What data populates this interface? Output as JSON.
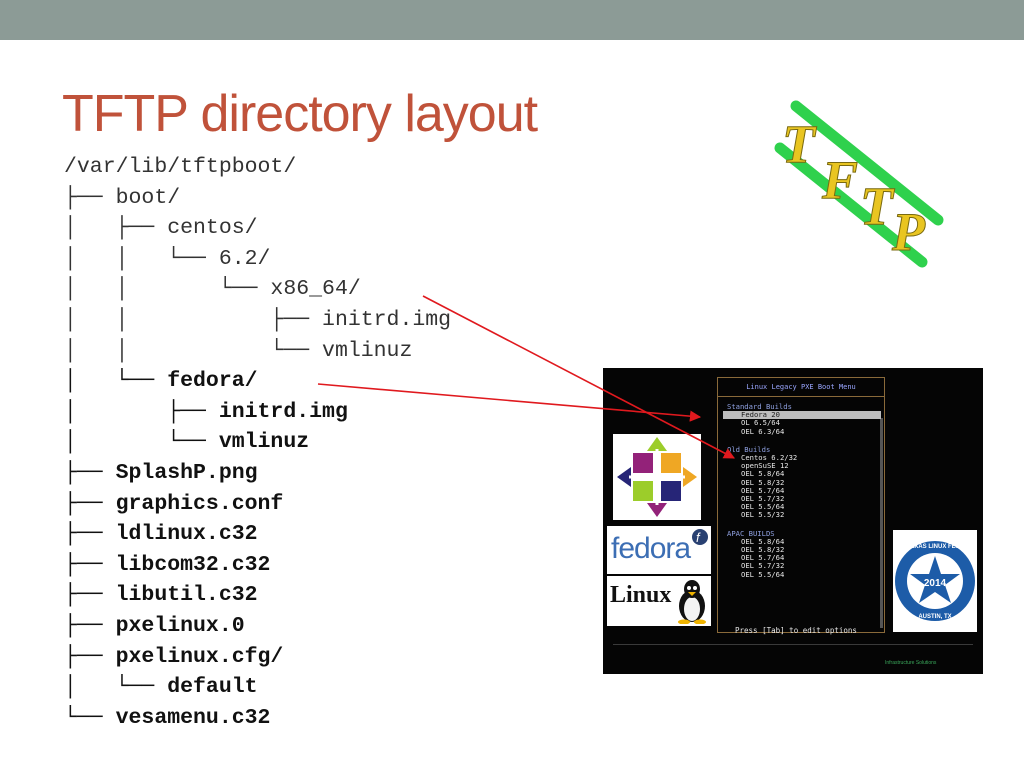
{
  "slide": {
    "title": "TFTP directory layout",
    "tree": [
      {
        "text": "/var/lib/tftpboot/",
        "bold": false
      },
      {
        "text": "├── boot/",
        "bold": false
      },
      {
        "text": "│   ├── centos/",
        "bold": false
      },
      {
        "text": "│   │   └── 6.2/",
        "bold": false
      },
      {
        "text": "│   │       └── x86_64/",
        "bold": false
      },
      {
        "text": "│   │           ├── initrd.img",
        "bold": false
      },
      {
        "text": "│   │           └── vmlinuz",
        "bold": false
      },
      {
        "text": "│   └── fedora/",
        "bold": true
      },
      {
        "text": "│       ├── initrd.img",
        "bold": true
      },
      {
        "text": "│       └── vmlinuz",
        "bold": true
      },
      {
        "text": "├── SplashP.png",
        "bold": true
      },
      {
        "text": "├── graphics.conf",
        "bold": true
      },
      {
        "text": "├── ldlinux.c32",
        "bold": true
      },
      {
        "text": "├── libcom32.c32",
        "bold": true
      },
      {
        "text": "├── libutil.c32",
        "bold": true
      },
      {
        "text": "├── pxelinux.0",
        "bold": true
      },
      {
        "text": "├── pxelinux.cfg/",
        "bold": true
      },
      {
        "text": "│   └── default",
        "bold": true
      },
      {
        "text": "└── vesamenu.c32",
        "bold": true
      }
    ],
    "logo": {
      "letters": [
        "T",
        "F",
        "T",
        "P"
      ]
    },
    "colors": {
      "topbar": "#8c9b96",
      "title": "#c0523a",
      "arrow": "#e0191e"
    }
  },
  "pxe": {
    "menu_title": "Linux Legacy PXE Boot Menu",
    "sections": [
      {
        "heading": "Standard Builds",
        "items": [
          "Fedora 20",
          "OL 6.5/64",
          "OEL 6.3/64"
        ],
        "selected": 0
      },
      {
        "heading": "Old Builds",
        "items": [
          "Centos 6.2/32",
          "openSuSE 12",
          "OEL 5.8/64",
          "OEL 5.8/32",
          "OEL 5.7/64",
          "OEL 5.7/32",
          "OEL 5.5/64",
          "OEL 5.5/32"
        ],
        "selected": -1
      },
      {
        "heading": "APAC BUILDS",
        "items": [
          "OEL 5.8/64",
          "OEL 5.8/32",
          "OEL 5.7/64",
          "OEL 5.7/32",
          "OEL 5.5/64"
        ],
        "selected": -1
      }
    ],
    "footer": "Press [Tab] to edit options",
    "vendor": "Infrastructure Solutions",
    "badges": {
      "fedora": "fedora",
      "linux": "Linux",
      "texas_ring": "TEXAS LINUX FEST",
      "texas_year": "2014",
      "texas_city": "AUSTIN, TX"
    }
  }
}
